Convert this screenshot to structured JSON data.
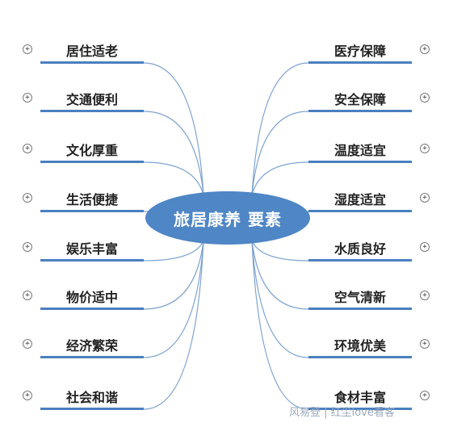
{
  "center": {
    "label": "旅居康养 要素"
  },
  "left_nodes": [
    "居住适老",
    "交通便利",
    "文化厚重",
    "生活便捷",
    "娱乐丰富",
    "物价适中",
    "经济繁荣",
    "社会和谐"
  ],
  "right_nodes": [
    "医疗保障",
    "安全保障",
    "温度适宜",
    "湿度适宜",
    "水质良好",
    "空气清新",
    "环境优美",
    "食材丰富"
  ],
  "expand_symbol": "+",
  "watermark": "风易登 | 红尘love看客",
  "colors": {
    "center_fill": "#4f86c6",
    "underline": "#4a7fc0",
    "link": "#7ea3d0"
  }
}
